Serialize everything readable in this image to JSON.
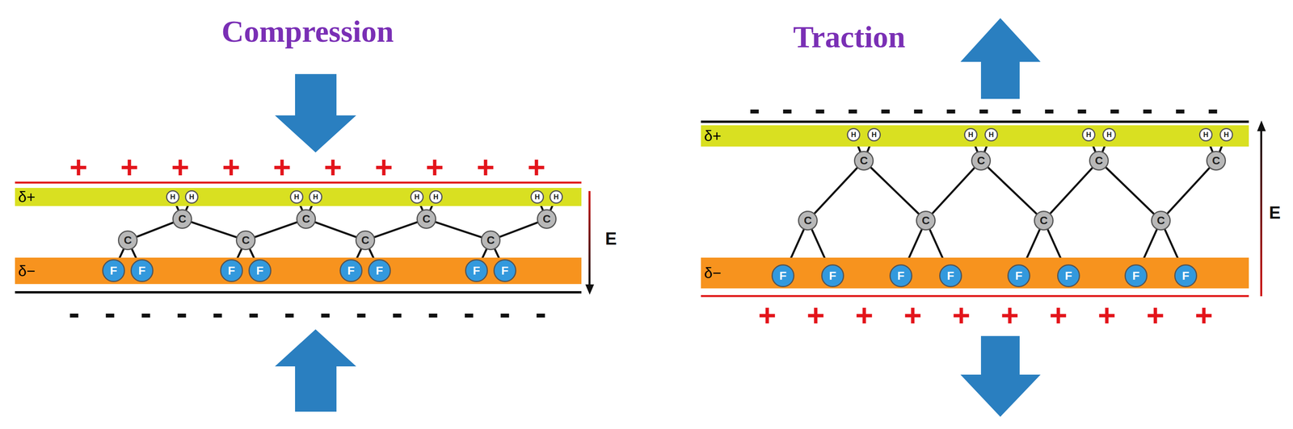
{
  "diagram": {
    "nodes": [
      {
        "text": [
          "δ+"
        ]
      },
      {
        "text": [
          "H"
        ],
        "in": 0
      },
      {
        "text": [
          "H"
        ],
        "in": 0
      },
      {
        "text": [
          "H"
        ],
        "in": 0
      },
      {
        "text": [
          "H"
        ],
        "in": 0
      },
      {
        "text": [
          "H"
        ],
        "in": 0
      },
      {
        "text": [
          "H"
        ],
        "in": 0
      },
      {
        "text": [
          "H"
        ],
        "in": 0
      },
      {
        "text": [
          "H"
        ],
        "in": 0
      },
      {
        "text": [
          "C"
        ]
      },
      {
        "text": [
          "C"
        ]
      },
      {
        "text": [
          "C"
        ]
      },
      {
        "text": [
          "C"
        ]
      },
      {
        "text": [
          "C"
        ]
      },
      {
        "text": [
          "C"
        ]
      },
      {
        "text": [
          "C"
        ]
      },
      {
        "text": [
          "C"
        ]
      },
      {
        "text": [
          "δ−"
        ]
      },
      {
        "text": [
          "F"
        ],
        "in": 17
      },
      {
        "text": [
          "F"
        ],
        "in": 17
      },
      {
        "text": [
          "F"
        ],
        "in": 17
      },
      {
        "text": [
          "F"
        ],
        "in": 17
      },
      {
        "text": [
          "F"
        ],
        "in": 17
      },
      {
        "text": [
          "F"
        ],
        "in": 17
      },
      {
        "text": [
          "F"
        ],
        "in": 17
      },
      {
        "text": [
          "F"
        ],
        "in": 17
      },
      {
        "text": [
          "δ+"
        ]
      },
      {
        "text": [
          "H"
        ],
        "in": 26
      },
      {
        "text": [
          "H"
        ],
        "in": 26
      },
      {
        "text": [
          "H"
        ],
        "in": 26
      },
      {
        "text": [
          "H"
        ],
        "in": 26
      },
      {
        "text": [
          "H"
        ],
        "in": 26
      },
      {
        "text": [
          "H"
        ],
        "in": 26
      },
      {
        "text": [
          "H"
        ],
        "in": 26
      },
      {
        "text": [
          "H"
        ],
        "in": 26
      },
      {
        "text": [
          "C"
        ]
      },
      {
        "text": [
          "C"
        ]
      },
      {
        "text": [
          "C"
        ]
      },
      {
        "text": [
          "C"
        ]
      },
      {
        "text": [
          "C"
        ]
      },
      {
        "text": [
          "C"
        ]
      },
      {
        "text": [
          "C"
        ]
      },
      {
        "text": [
          "C"
        ]
      },
      {
        "text": [
          "δ−"
        ]
      },
      {
        "text": [
          "F"
        ],
        "in": 43
      },
      {
        "text": [
          "F"
        ],
        "in": 43
      },
      {
        "text": [
          "F"
        ],
        "in": 43
      },
      {
        "text": [
          "F"
        ],
        "in": 43
      },
      {
        "text": [
          "F"
        ],
        "in": 43
      },
      {
        "text": [
          "F"
        ],
        "in": 43
      },
      {
        "text": [
          "F"
        ],
        "in": 43
      },
      {
        "text": [
          "F"
        ],
        "in": 43
      }
    ],
    "edges": [
      {
        "from": 9,
        "to": 10,
        "arrow": "none"
      },
      {
        "from": 10,
        "to": 11,
        "arrow": "none"
      },
      {
        "from": 11,
        "to": 12,
        "arrow": "none"
      },
      {
        "from": 12,
        "to": 13,
        "arrow": "none"
      },
      {
        "from": 13,
        "to": 14,
        "arrow": "none"
      },
      {
        "from": 14,
        "to": 15,
        "arrow": "none"
      },
      {
        "from": 15,
        "to": 16,
        "arrow": "none"
      },
      {
        "from": 10,
        "to": 1,
        "arrow": "none"
      },
      {
        "from": 10,
        "to": 2,
        "arrow": "none"
      },
      {
        "from": 12,
        "to": 3,
        "arrow": "none"
      },
      {
        "from": 12,
        "to": 4,
        "arrow": "none"
      },
      {
        "from": 14,
        "to": 5,
        "arrow": "none"
      },
      {
        "from": 14,
        "to": 6,
        "arrow": "none"
      },
      {
        "from": 16,
        "to": 7,
        "arrow": "none"
      },
      {
        "from": 16,
        "to": 8,
        "arrow": "none"
      },
      {
        "from": 9,
        "to": 18,
        "arrow": "none"
      },
      {
        "from": 9,
        "to": 19,
        "arrow": "none"
      },
      {
        "from": 11,
        "to": 20,
        "arrow": "none"
      },
      {
        "from": 11,
        "to": 21,
        "arrow": "none"
      },
      {
        "from": 13,
        "to": 22,
        "arrow": "none"
      },
      {
        "from": 13,
        "to": 23,
        "arrow": "none"
      },
      {
        "from": 15,
        "to": 24,
        "arrow": "none"
      },
      {
        "from": 15,
        "to": 25,
        "arrow": "none"
      },
      {
        "from": 35,
        "to": 36,
        "arrow": "none"
      },
      {
        "from": 36,
        "to": 37,
        "arrow": "none"
      },
      {
        "from": 37,
        "to": 38,
        "arrow": "none"
      },
      {
        "from": 38,
        "to": 39,
        "arrow": "none"
      },
      {
        "from": 39,
        "to": 40,
        "arrow": "none"
      },
      {
        "from": 40,
        "to": 41,
        "arrow": "none"
      },
      {
        "from": 41,
        "to": 42,
        "arrow": "none"
      },
      {
        "from": 36,
        "to": 27,
        "arrow": "none"
      },
      {
        "from": 36,
        "to": 28,
        "arrow": "none"
      },
      {
        "from": 38,
        "to": 29,
        "arrow": "none"
      },
      {
        "from": 38,
        "to": 30,
        "arrow": "none"
      },
      {
        "from": 40,
        "to": 31,
        "arrow": "none"
      },
      {
        "from": 40,
        "to": 32,
        "arrow": "none"
      },
      {
        "from": 42,
        "to": 33,
        "arrow": "none"
      },
      {
        "from": 42,
        "to": 34,
        "arrow": "none"
      },
      {
        "from": 35,
        "to": 44,
        "arrow": "none"
      },
      {
        "from": 35,
        "to": 45,
        "arrow": "none"
      },
      {
        "from": 37,
        "to": 46,
        "arrow": "none"
      },
      {
        "from": 37,
        "to": 47,
        "arrow": "none"
      },
      {
        "from": 39,
        "to": 48,
        "arrow": "none"
      },
      {
        "from": 39,
        "to": 49,
        "arrow": "none"
      },
      {
        "from": 41,
        "to": 50,
        "arrow": "none"
      },
      {
        "from": 41,
        "to": 51,
        "arrow": "none"
      }
    ],
    "labels": [
      "Compression",
      "+",
      "+",
      "+",
      "+",
      "+",
      "+",
      "+",
      "+",
      "+",
      "+",
      "-",
      "-",
      "-",
      "-",
      "-",
      "-",
      "-",
      "-",
      "-",
      "-",
      "-",
      "-",
      "-",
      "-",
      "E",
      "Traction",
      "-",
      "-",
      "-",
      "-",
      "-",
      "-",
      "-",
      "-",
      "-",
      "-",
      "-",
      "-",
      "-",
      "-",
      "-",
      "+",
      "+",
      "+",
      "+",
      "+",
      "+",
      "+",
      "+",
      "+",
      "+",
      "E"
    ]
  }
}
